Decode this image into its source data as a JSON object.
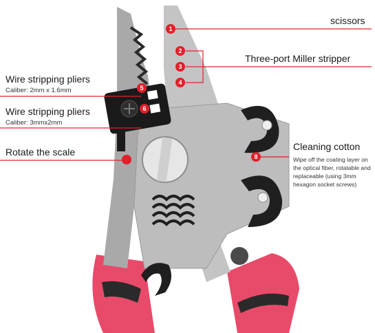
{
  "accent_color": "#e0202a",
  "handle_color": "#e84a6a",
  "metal_color": "#b8b8b8",
  "labels": {
    "scissors": "scissors",
    "miller": "Three-port Miller stripper",
    "wsp1_title": "Wire stripping pliers",
    "wsp1_caliber": "Caliber: 2mm x 1.6mm",
    "wsp2_title": "Wire stripping pliers",
    "wsp2_caliber": "Caliber: 3mmx2mm",
    "rotate": "Rotate the scale",
    "cleaning": "Cleaning cotton",
    "cleaning_desc": "Wipe off the coating layer on the optical fiber, rotatable and replaceable (using 3mm hexagon socket screws)"
  },
  "markers": [
    "1",
    "2",
    "3",
    "4",
    "5",
    "6",
    "",
    "8"
  ]
}
